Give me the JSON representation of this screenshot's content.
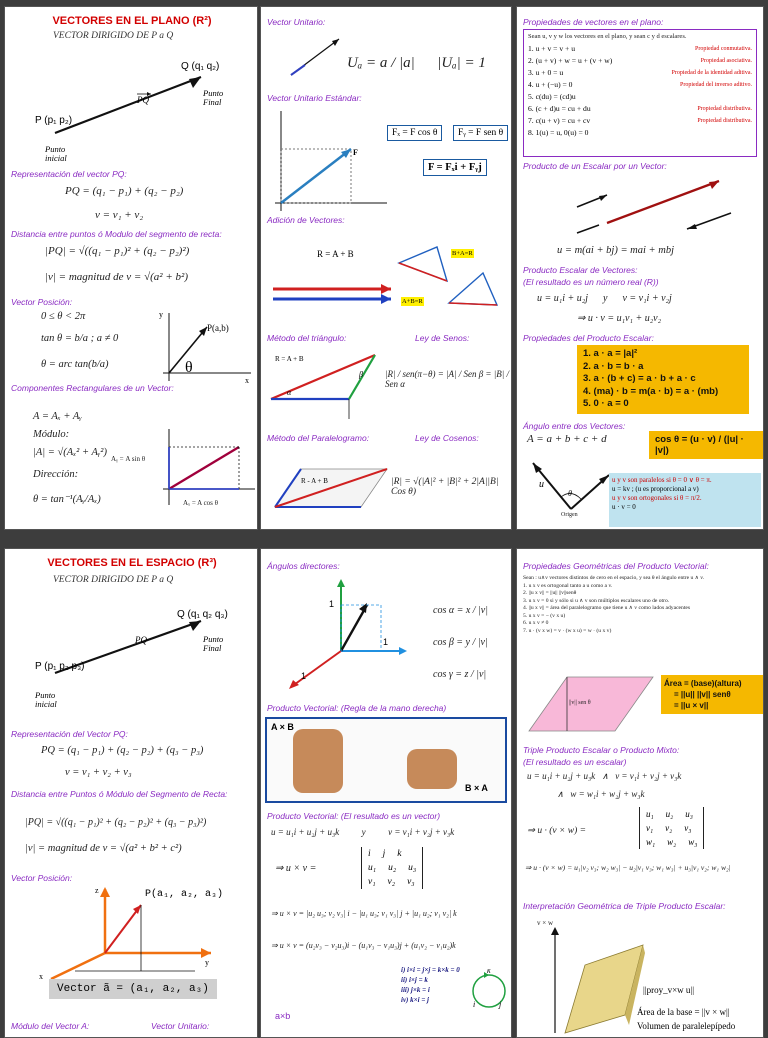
{
  "top": {
    "col1": {
      "title": "VECTORES EN EL PLANO (R²)",
      "subtitle": "VECTOR DIRIGIDO DE  P  a  Q",
      "point_q": "Q (q₁ q₂)",
      "point_p": "P (p₁ p₂)",
      "pq_label": "PQ",
      "punto_final": "Punto Final",
      "punto_inicial": "Punto inicial",
      "rep_title": "Representación del vector PQ:",
      "rep_eq1": "PQ = (q₁ − p₁) + (q₂ − p₂)",
      "rep_eq2": "v = v₁ + v₂",
      "dist_title": "Distancia entre puntos ó Modulo del segmento de recta:",
      "dist_eq1": "|PQ| = √((q₁ − p₁)² + (q₂ − p₂)²)",
      "dist_eq2": "|v| = magnitud de v = √(a² + b²)",
      "pos_title": "Vector Posición:",
      "pos_eq1": "0 ≤ θ < 2π",
      "pos_eq2": "tan θ = b/a ;   a ≠ 0",
      "pos_eq3": "θ = arc tan(b/a)",
      "pab": "P(a,b)",
      "theta": "θ",
      "comp_title": "Componentes Rectangulares de un Vector:",
      "comp_eq1": "A = Aₓ + Aᵧ",
      "modulo": "Módulo:",
      "comp_eq2": "|A| = √(Aₓ² + Aᵧ²)",
      "direccion": "Dirección:",
      "comp_eq3": "θ = tan⁻¹(Aᵧ/Aₓ)",
      "ay_label": "Aᵧ = A sin θ",
      "ax_label": "Aₓ = A cos θ"
    },
    "col2": {
      "unit_title": "Vector Unitario:",
      "unit_eq": "Uₐ = a / |a|      |Uₐ| = 1",
      "std_title": "Vector Unitario Estándar:",
      "fx": "Fₓ = F cos θ",
      "fy": "Fᵧ = F sen θ",
      "fsum": "F = Fₓi + Fᵧj",
      "add_title": "Adición de Vectores:",
      "add_eq": "R = A + B",
      "tri_title": "Método del triángulo:",
      "senos_title": "Ley de Senos:",
      "senos_eq": "|R| / sen(π−θ) = |A| / Sen β = |B| / Sen α",
      "para_title": "Método del Paralelogramo:",
      "cos_title": "Ley de Cosenos:",
      "cos_eq": "|R| = √(|A|² + |B|² + 2|A||B| Cos θ)"
    },
    "col3": {
      "props_title": "Propiedades de vectores en el plano:",
      "props_intro": "Sean u, v y w los vectores en el plano, y sean c y d escalares.",
      "props": [
        {
          "eq": "1.  u + v = v + u",
          "name": "Propiedad conmutativa."
        },
        {
          "eq": "2.  (u + v) + w = u + (v + w)",
          "name": "Propiedad asociativa."
        },
        {
          "eq": "3.  u + 0 = u",
          "name": "Propiedad de la identidad aditiva."
        },
        {
          "eq": "4.  u + (−u) = 0",
          "name": "Propiedad del inverso aditivo."
        },
        {
          "eq": "5.  c(du) = (cd)u",
          "name": ""
        },
        {
          "eq": "6.  (c + d)u = cu + du",
          "name": "Propiedad distributiva."
        },
        {
          "eq": "7.  c(u + v) = cu + cv",
          "name": "Propiedad distributiva."
        },
        {
          "eq": "8.  1(u) = u, 0(u) = 0",
          "name": ""
        }
      ],
      "scalar_title": "Producto de un Escalar por un Vector:",
      "scalar_eq": "u = m(ai + bj) = mai + mbj",
      "dot_title": "Producto Escalar de Vectores:",
      "dot_sub": "(El resultado es un número real (R))",
      "dot_eq1": "u = u₁i + u₂j      y      v = v₁i + v₂j",
      "dot_eq2": "⇒ u · v = u₁v₁ + u₂v₂",
      "dotprops_title": "Propiedades del Producto Escalar:",
      "dotprops": [
        "1.  a · a = |a|²",
        "2.  a · b = b · a",
        "3.  a · (b + c) = a · b + a · c",
        "4.  (ma) · b = m(a · b) = a · (mb)",
        "5.  0 · a = 0"
      ],
      "angle_title": "Ángulo entre dos Vectores:",
      "angle_eq": "A = a + b + c + d",
      "angle_formula": "cos θ = (u · v) / (|u| · |v|)",
      "par_text": "u y v son paralelos si θ = 0  ∨  θ = π.",
      "par_text2": "u = kv ;  (u es proporcional a v)",
      "ort_text": "u y v son ortogonales si θ = π/2.",
      "ort_text2": "u · v = 0",
      "origen": "Origen"
    }
  },
  "bottom": {
    "col1": {
      "title": "VECTORES EN EL ESPACIO (R³)",
      "subtitle": "VECTOR DIRIGIDO DE  P  a  Q",
      "point_q": "Q (q₁ q₂ q₃)",
      "point_p": "P (p₁ p₂ p₃)",
      "pq_label": "PQ",
      "punto_final": "Punto Final",
      "punto_inicial": "Punto inicial",
      "rep_title": "Representación del Vector PQ:",
      "rep_eq1": "PQ = (q₁ − p₁) + (q₂ − p₂) + (q₃ − p₃)",
      "rep_eq2": "v = v₁ + v₂ + v₃",
      "dist_title": "Distancia entre Puntos ó Módulo del Segmento de Recta:",
      "dist_eq1": "|PQ| = √((q₁ − p₁)² + (q₂ − p₂)² + (q₃ − p₃)²)",
      "dist_eq2": "|v| = magnitud de v = √(a² + b² + c²)",
      "pos_title": "Vector Posición:",
      "p3": "P(a₁, a₂, a₃)",
      "vec_box": "Vector ã = (a₁, a₂, a₃)",
      "mod_title": "Módulo del Vector A:",
      "unit_title": "Vector Unitario:"
    },
    "col2": {
      "dir_title": "Ángulos directores:",
      "cos_a": "cos α = x / |v|",
      "cos_b": "cos β = y / |v|",
      "cos_g": "cos γ = z / |v|",
      "cross_title": "Producto Vectorial: (Regla de la mano derecha)",
      "axb": "A × B",
      "bxa": "B × A",
      "cross2_title": "Producto Vectorial:  (El resultado es un vector)",
      "cross_eq1": "u = u₁i + u₂j + u₃k          y          v = v₁i + v₂j + v₃k",
      "det_rows": [
        [
          "i",
          "j",
          "k"
        ],
        [
          "u₁",
          "u₂",
          "u₃"
        ],
        [
          "v₁",
          "v₂",
          "v₃"
        ]
      ],
      "cross_eq3": "⇒  u × v = |u₂ u₃; v₂ v₃| i − |u₁ u₃; v₁ v₃| j + |u₁ u₂; v₁ v₂| k",
      "cross_eq4": "⇒  u × v = (u₂v₃ − v₂u₃)i − (u₁v₃ − v₁u₃)j + (u₁v₂ − v₁u₂)k",
      "ijk": [
        "i)  i×i = j×j = k×k = 0",
        "ii)  i×j = k",
        "iii)  j×k = i",
        "iv)  k×i = j"
      ],
      "axb_small": "a×b"
    },
    "col3": {
      "geo_title": "Propiedades Geométricas del Producto Vectorial:",
      "geo_lines": [
        "Sean : u∧v vectores distintos de cero en el espacio, y sea θ el ángulo entre u ∧ v.",
        "1. u x v es ortogonal tanto a u como a v.",
        "2. ||u x v|| = ||u|| ||v||senθ",
        "3. u x v = 0  si y sólo si u ∧ v son múltiplos escalares uno de otro.",
        "4. ||u x v|| = área del paralelogramo que tiene u ∧ v como lados adyacentes",
        "5. u x v = − (v x u)",
        "6. u x v ≠ 0",
        "7. u · (v x w) = v · (w x u) = w · (u x v)"
      ],
      "area1": "Área = (base)(altura)",
      "area2": "= ||u|| ||v|| senθ",
      "area3": "= ||u × v||",
      "vsen": "||v|| sen θ",
      "triple_title": "Triple Producto Escalar o Producto Mixto:",
      "triple_sub": "(El resultado es un escalar)",
      "triple_eq1": "u = u₁i + u₂j + u₃k   ∧   v = v₁i + v₂j + v₃k",
      "triple_eq2": "∧   w = w₁i + w₂j + w₃k",
      "triple_det": [
        [
          "u₁",
          "u₂",
          "u₃"
        ],
        [
          "v₁",
          "v₂",
          "v₃"
        ],
        [
          "w₁",
          "w₂",
          "w₃"
        ]
      ],
      "triple_eq4": "⇒  u · (v × w) = u₁|v₂ v₃; w₂ w₃| − u₂|v₁ v₃; w₁ w₃| + u₃|v₁ v₂; w₁ w₂|",
      "interp_title": "Interpretación Geométrica de Triple Producto Escalar:",
      "vxw": "v × w",
      "proj": "||proy_v×w u||",
      "area_base": "Área de la base = ||v × w||",
      "vol": "Volumen de paralelepípedo"
    }
  }
}
